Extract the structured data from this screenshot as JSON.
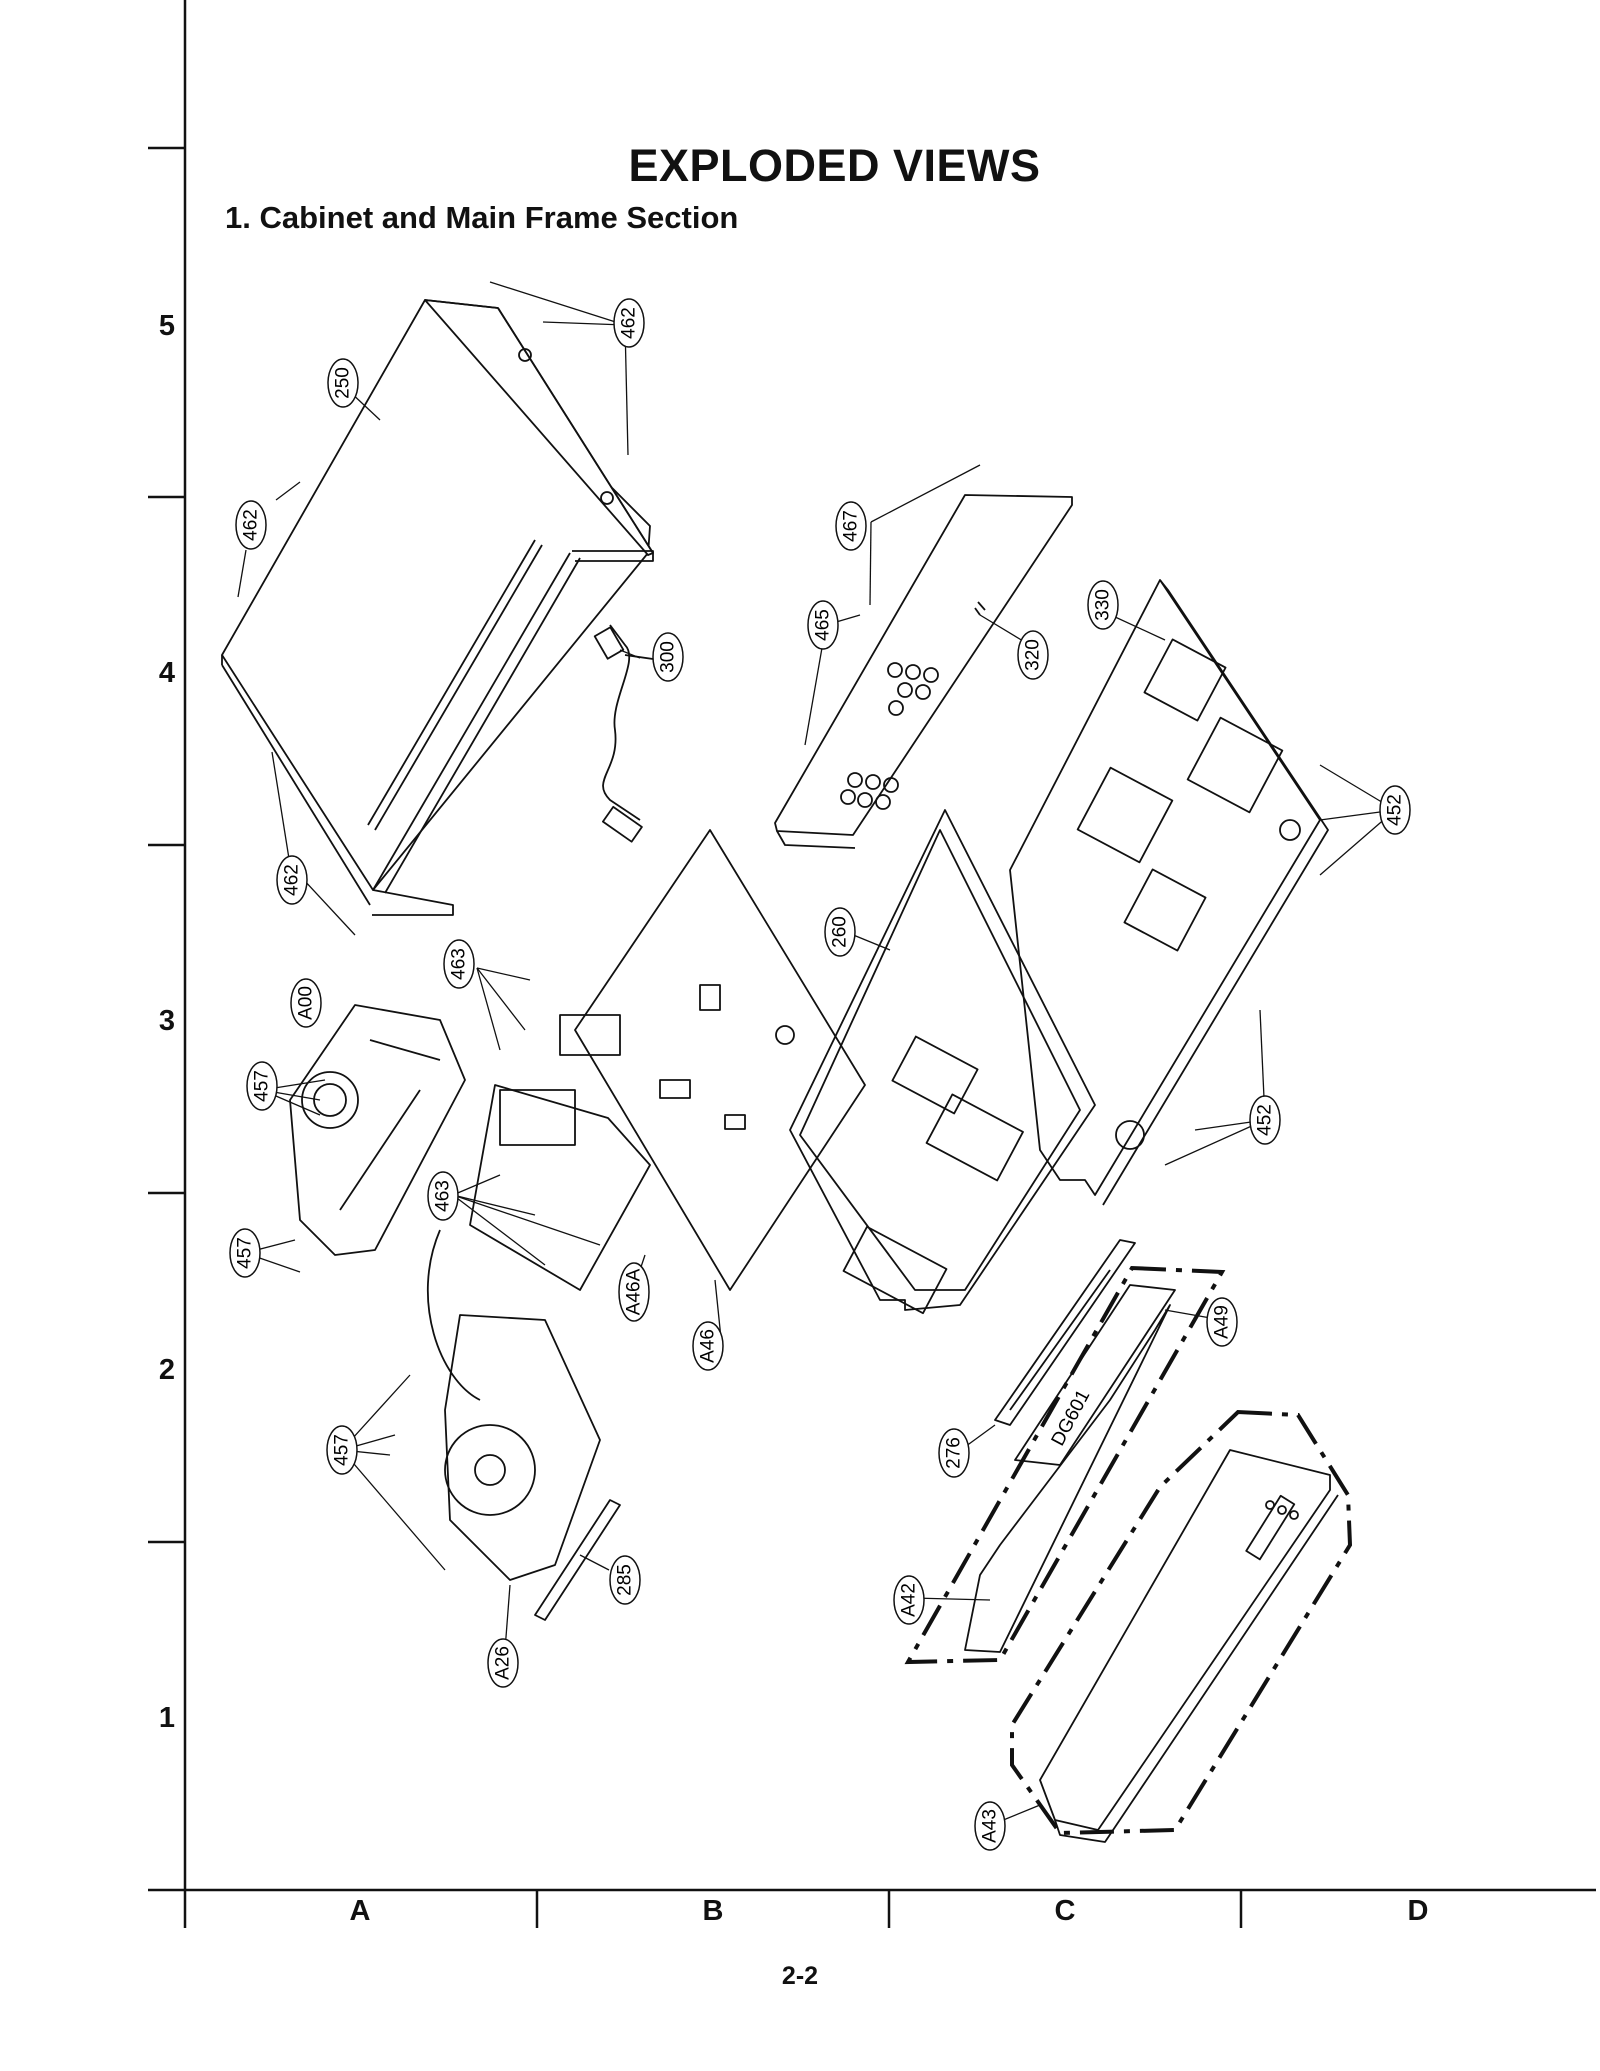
{
  "page": {
    "title": "EXPLODED VIEWS",
    "section": "1. Cabinet and Main Frame Section",
    "page_number": "2-2"
  },
  "grid": {
    "rows": [
      "5",
      "4",
      "3",
      "2",
      "1"
    ],
    "columns": [
      "A",
      "B",
      "C",
      "D"
    ]
  },
  "callouts": [
    {
      "id": "c-462a",
      "label": "462"
    },
    {
      "id": "c-250",
      "label": "250"
    },
    {
      "id": "c-462b",
      "label": "462"
    },
    {
      "id": "c-462c",
      "label": "462"
    },
    {
      "id": "c-300",
      "label": "300"
    },
    {
      "id": "c-467",
      "label": "467"
    },
    {
      "id": "c-465",
      "label": "465"
    },
    {
      "id": "c-320",
      "label": "320"
    },
    {
      "id": "c-330",
      "label": "330"
    },
    {
      "id": "c-452a",
      "label": "452"
    },
    {
      "id": "c-452b",
      "label": "452"
    },
    {
      "id": "c-260",
      "label": "260"
    },
    {
      "id": "c-463a",
      "label": "463"
    },
    {
      "id": "c-463b",
      "label": "463"
    },
    {
      "id": "c-A00",
      "label": "A00"
    },
    {
      "id": "c-457a",
      "label": "457"
    },
    {
      "id": "c-457b",
      "label": "457"
    },
    {
      "id": "c-457c",
      "label": "457"
    },
    {
      "id": "c-A46A",
      "label": "A46A"
    },
    {
      "id": "c-A46",
      "label": "A46"
    },
    {
      "id": "c-A49",
      "label": "A49"
    },
    {
      "id": "c-DG601",
      "label": "DG601"
    },
    {
      "id": "c-276",
      "label": "276"
    },
    {
      "id": "c-A42",
      "label": "A42"
    },
    {
      "id": "c-285",
      "label": "285"
    },
    {
      "id": "c-A26",
      "label": "A26"
    },
    {
      "id": "c-A43",
      "label": "A43"
    }
  ]
}
